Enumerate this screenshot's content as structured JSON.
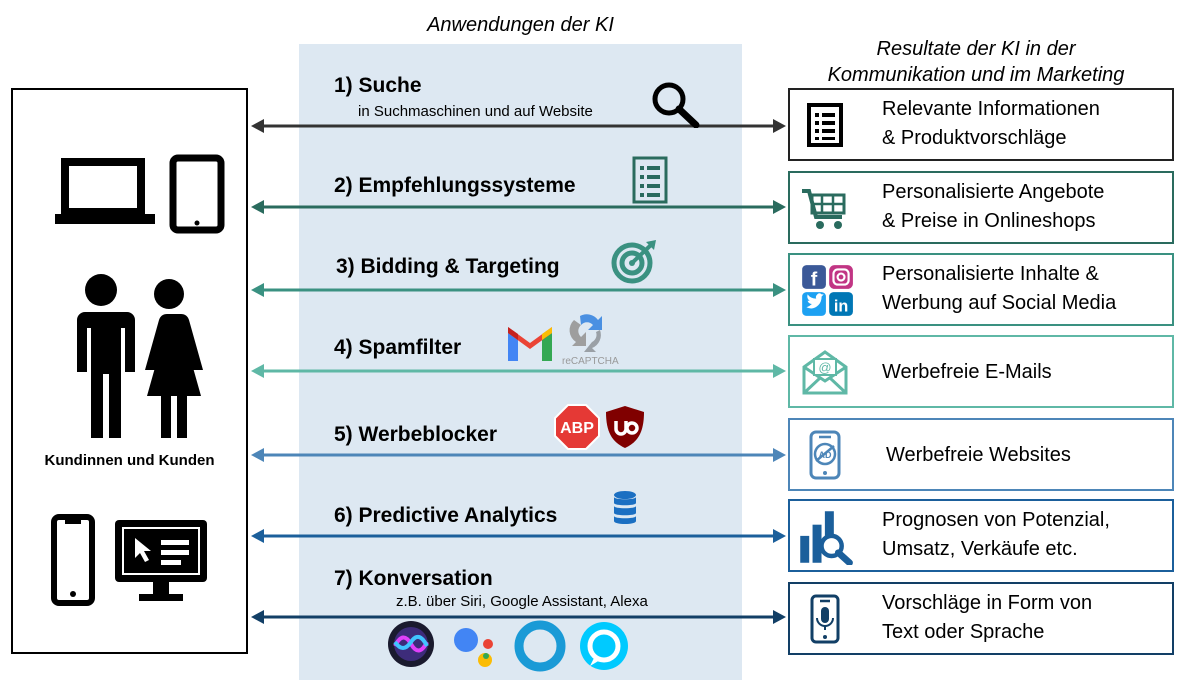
{
  "headers": {
    "middle": "Anwendungen der KI",
    "right_line1": "Resultate der KI in der",
    "right_line2": "Kommunikation und im Marketing"
  },
  "left": {
    "label": "Kundinnen und Kunden"
  },
  "applications": [
    {
      "title": "1) Suche",
      "subtitle": "in Suchmaschinen und auf Website",
      "color": "#333333",
      "icon": "search-icon"
    },
    {
      "title": "2) Empfehlungssysteme",
      "subtitle": "",
      "color": "#2a6b5e",
      "icon": "list-icon"
    },
    {
      "title": "3) Bidding & Targeting",
      "subtitle": "",
      "color": "#3a9181",
      "icon": "target-icon"
    },
    {
      "title": "4) Spamfilter",
      "subtitle": "",
      "color": "#5fb8a6",
      "icon": "gmail-icon"
    },
    {
      "title": "5) Werbeblocker",
      "subtitle": "",
      "color": "#4d86b8",
      "icon": "adblock-plus-icon"
    },
    {
      "title": "6) Predictive Analytics",
      "subtitle": "",
      "color": "#1b5f9b",
      "icon": "database-icon"
    },
    {
      "title": "7) Konversation",
      "subtitle": "z.B. über Siri, Google Assistant, Alexa",
      "color": "#123f66",
      "icon": "siri-icon"
    }
  ],
  "icon_texts": {
    "recaptcha": "reCAPTCHA",
    "abp": "ABP",
    "ad": "AD"
  },
  "results": [
    {
      "line1": "Relevante Informationen",
      "line2": "& Produktvorschläge",
      "color": "#222222",
      "icon": "document-list-icon"
    },
    {
      "line1": "Personalisierte Angebote",
      "line2": "& Preise in Onlineshops",
      "color": "#2a6b5e",
      "icon": "shopping-cart-icon"
    },
    {
      "line1": "Personalisierte Inhalte &",
      "line2": "Werbung auf Social Media",
      "color": "#3a9181",
      "icon": "social-media-icon"
    },
    {
      "line1": "Werbefreie E-Mails",
      "line2": "",
      "color": "#5fb8a6",
      "icon": "email-icon"
    },
    {
      "line1": "Werbefreie Websites",
      "line2": "",
      "color": "#4d86b8",
      "icon": "phone-ad-icon"
    },
    {
      "line1": "Prognosen von Potenzial,",
      "line2": "Umsatz, Verkäufe etc.",
      "color": "#1b5f9b",
      "icon": "chart-magnifier-icon"
    },
    {
      "line1": "Vorschläge in Form von",
      "line2": "Text oder Sprache",
      "color": "#123f66",
      "icon": "phone-mic-icon"
    }
  ]
}
